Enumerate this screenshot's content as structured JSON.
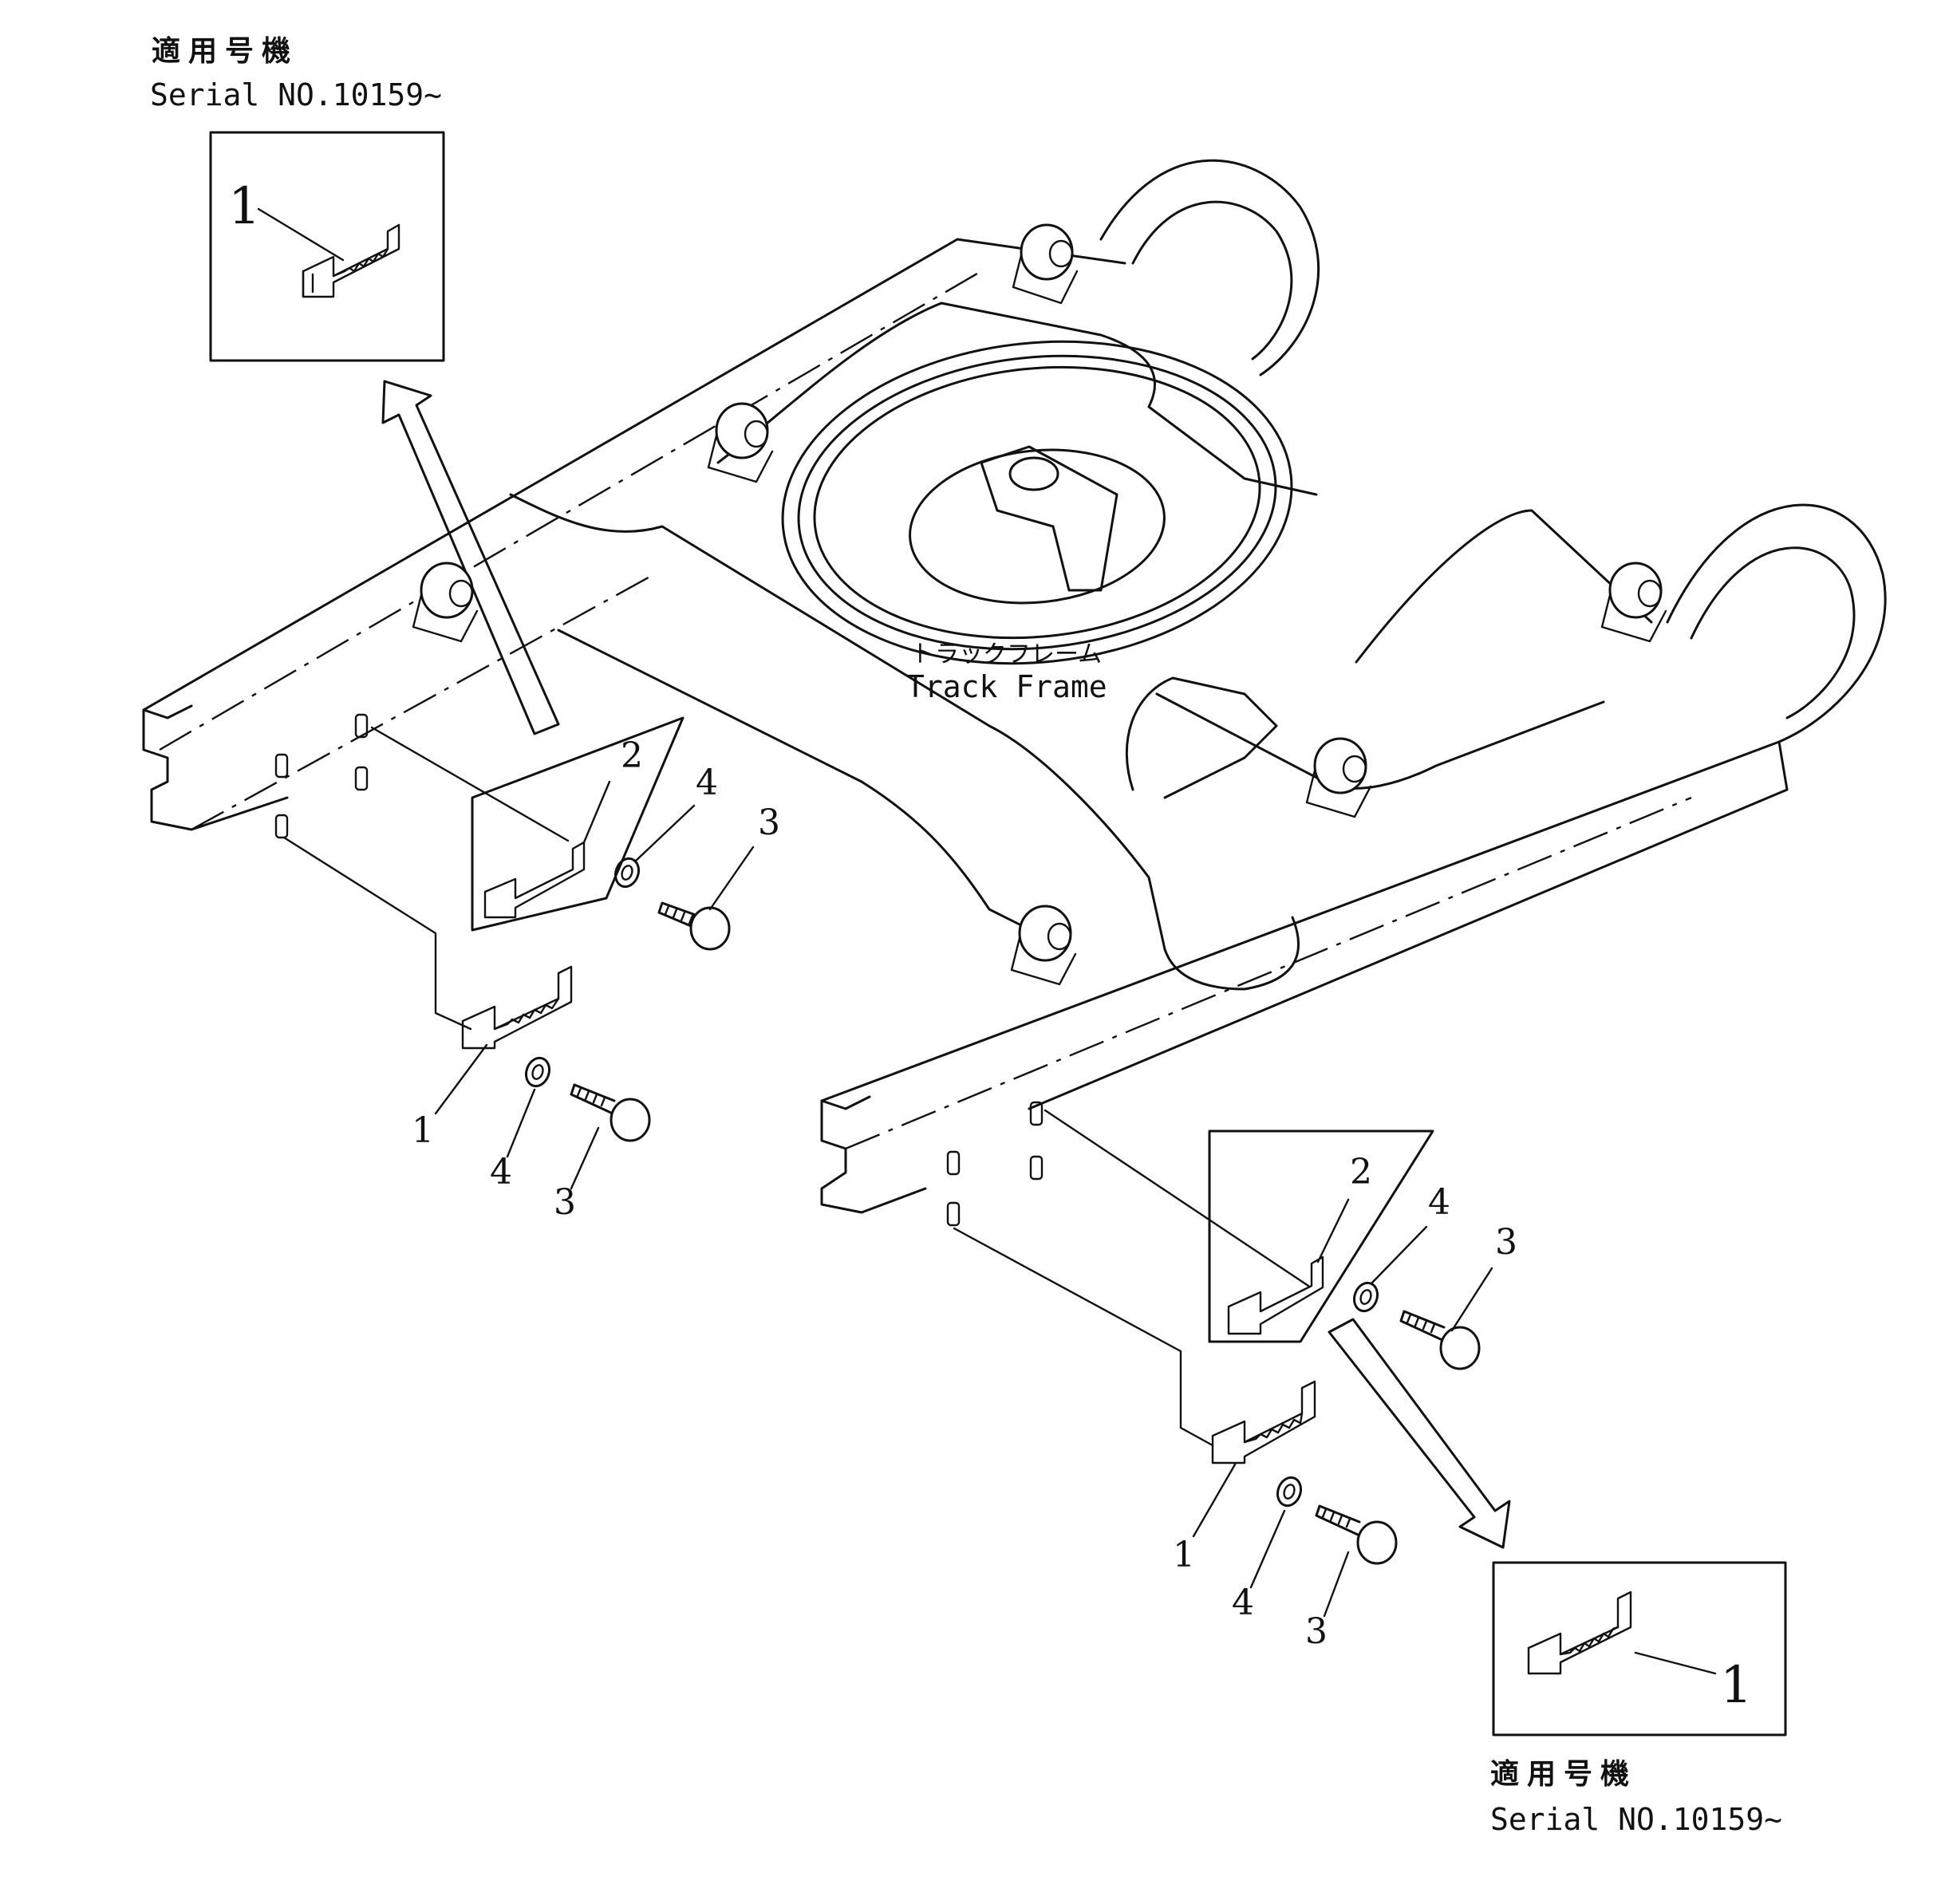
{
  "top_note": {
    "jp": "適用号機",
    "serial": "Serial NO.10159~"
  },
  "bottom_note": {
    "jp": "適用号機",
    "serial": "Serial NO.10159~"
  },
  "frame_label": {
    "jp": "トラックフレーム",
    "en": "Track Frame"
  },
  "callouts": {
    "inset_top": "1",
    "inset_bottom": "1",
    "left_clip_2": "2",
    "left_washer_4a": "4",
    "left_bolt_3a": "3",
    "left_clip_1": "1",
    "left_washer_4b": "4",
    "left_bolt_3b": "3",
    "right_clip_2": "2",
    "right_washer_4a": "4",
    "right_bolt_3a": "3",
    "right_clip_1": "1",
    "right_washer_4b": "4",
    "right_bolt_3b": "3"
  }
}
